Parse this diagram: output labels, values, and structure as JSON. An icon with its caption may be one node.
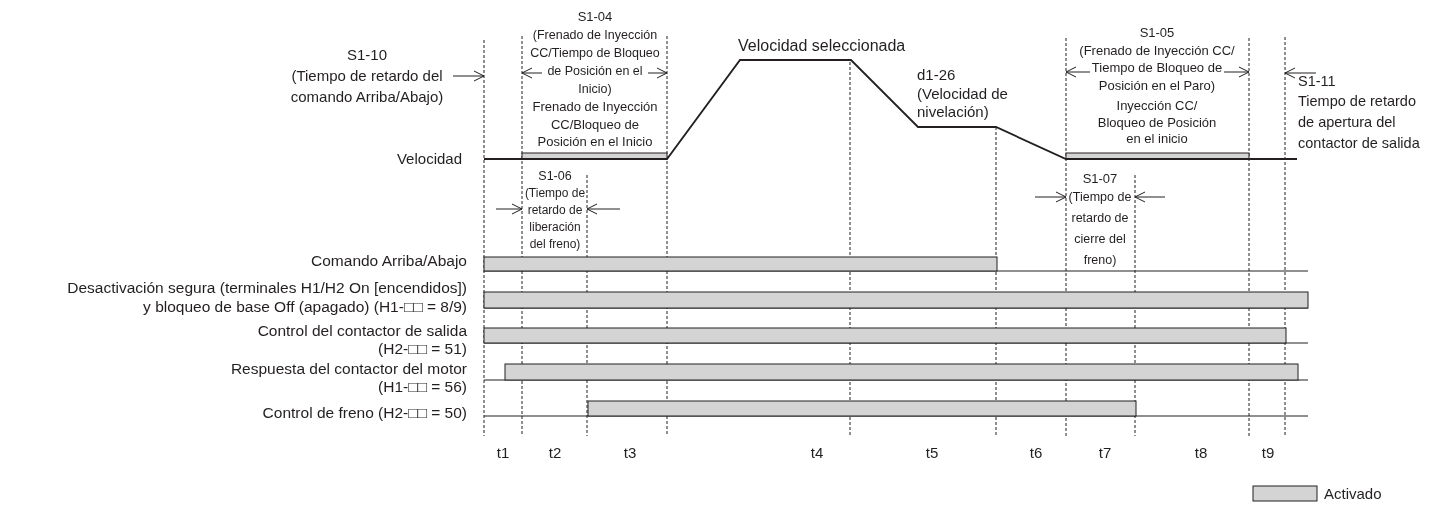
{
  "diagram": {
    "labels": [
      "S1-10",
      "(Tiempo de retardo del comando Arriba/Abajo)",
      "Velocidad",
      "S1-04",
      "(Frenado de Inyección CC/Tiempo de Bloqueo de Posición en el Inicio)",
      "Frenado de Inyección CC/Bloqueo de Posición en el Inicio",
      "Velocidad seleccionada",
      "d1-26 (Velocidad de nivelación)",
      "S1-05",
      "(Frenado de Inyección CC/ Tiempo de Bloqueo de Posición en el Paro)",
      "Inyección CC/ Bloqueo de Posición en el inicio",
      "S1-11",
      "Tiempo de retardo de apertura del contactor de salida",
      "S1-06",
      "(Tiempo de retardo de liberación del freno)",
      "S1-07",
      "(Tiempo de retardo de cierre del freno)",
      "Comando Arriba/Abajo",
      "Desactivación segura (terminales H1/H2 On [encendidos]) y bloqueo de base Off (apagado) (H1-□□ = 8/9)",
      "Control del contactor de salida (H2-□□ = 51)",
      "Respuesta del contactor del motor (H1-□□ = 56)",
      "Control de freno (H2-□□ = 50)",
      "t1",
      "t2",
      "t3",
      "t4",
      "t5",
      "t6",
      "t7",
      "t8",
      "t9"
    ],
    "legend": [
      {
        "text": "Activado",
        "color": "#d4d4d4"
      }
    ]
  }
}
